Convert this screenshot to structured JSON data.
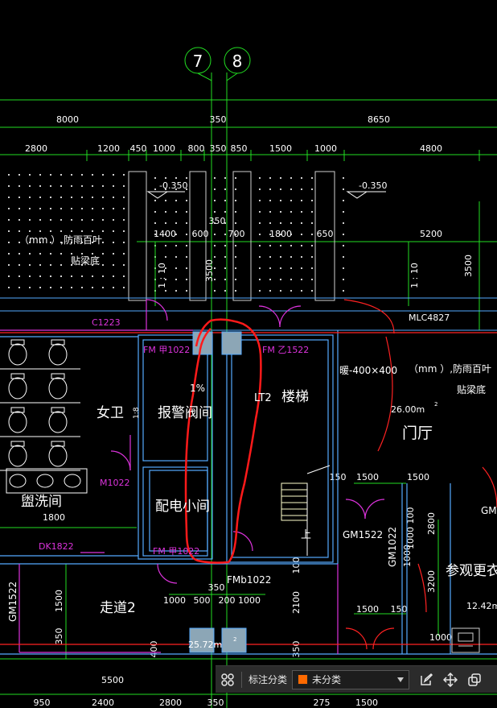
{
  "grid_bubbles": [
    "7",
    "8"
  ],
  "dimensions": {
    "top_total": [
      "8000",
      "350",
      "8650"
    ],
    "top_row": [
      "2800",
      "1200",
      "450",
      "1000",
      "800",
      "350",
      "850",
      "1500",
      "1000",
      "4800"
    ],
    "row2": [
      "1400",
      "600",
      "700",
      "1800",
      "650",
      "5200"
    ],
    "mid": [
      "350",
      "3500",
      "3500"
    ],
    "bottom": [
      "5500",
      "2400",
      "2800",
      "950",
      "400",
      "350",
      "275",
      "1500"
    ],
    "misc": [
      "1500",
      "350",
      "1000",
      "500",
      "200",
      "1000",
      "350",
      "2100",
      "150",
      "1500",
      "1000",
      "150",
      "2800",
      "1000",
      "1000",
      "3200",
      "1500",
      "400",
      "350",
      "1500",
      "1800",
      "100",
      "100"
    ]
  },
  "levels": [
    "-0.350",
    "-0.350"
  ],
  "slopes": [
    "1 : 10",
    "1 : 10"
  ],
  "rooms": {
    "womens_wc": "女卫",
    "alarm_room": "报警阀间",
    "power_room": "配电小间",
    "stair": "楼梯",
    "stair_code": "LT2",
    "hall": "门厅",
    "washroom": "盥洗间",
    "corridor": "走道2",
    "changing": "参观更衣",
    "up": "上"
  },
  "areas": [
    "26.00m",
    "25.72m",
    "12.42m"
  ],
  "area_sup": "2",
  "labels": {
    "louver_left": "（mm ）,防雨百叶",
    "beam_left": "贴梁底",
    "louver_right": "（mm ）,防雨百叶",
    "beam_right": "贴梁底",
    "vent": "暖-400×400",
    "slope": "1%",
    "ramp": "1:8"
  },
  "doors": [
    "C1223",
    "FM 甲1022",
    "FM 乙1522",
    "MLC4827",
    "M1022",
    "DK1822",
    "FM 甲1022",
    "FMb1022",
    "GM1522",
    "GM1022",
    "GM1522",
    "GM"
  ],
  "colors": {
    "background": "#000000",
    "grid": "#22dd22",
    "dimension": "#22dd22",
    "wall": "#55aaff",
    "door": "#dd33dd",
    "red_line": "#ff2222",
    "text": "#ffffff",
    "markup": "#ff1a1a",
    "column": "#8ca6b6",
    "category_swatch": "#ff6a00"
  },
  "toolbar": {
    "label": "标注分类",
    "category": "未分类",
    "icons": [
      "grid-four-icon",
      "edit-note-icon",
      "move-arrows-icon",
      "copy-icon"
    ]
  }
}
